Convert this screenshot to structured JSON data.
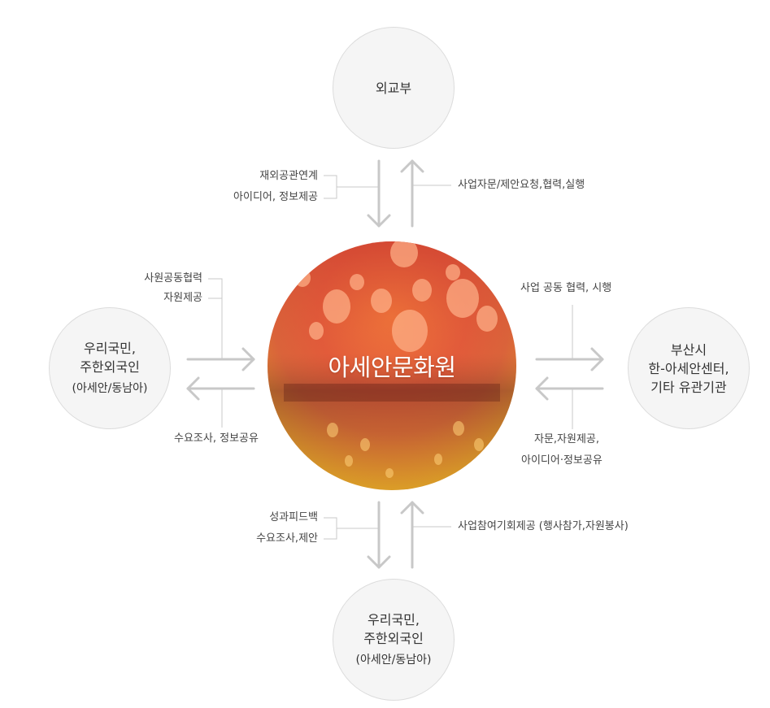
{
  "center": {
    "title": "아세안문화원"
  },
  "nodes": {
    "top": {
      "lines": [
        "외교부"
      ]
    },
    "left": {
      "lines": [
        "우리국민,",
        "주한외국인"
      ],
      "sub": "(아세안/동남아)"
    },
    "right": {
      "lines": [
        "부산시",
        "한-아세안센터,",
        "기타 유관기관"
      ]
    },
    "bottom": {
      "lines": [
        "우리국민,",
        "주한외국인"
      ],
      "sub": "(아세안/동남아)"
    }
  },
  "labels": {
    "top_left": [
      "재외공관연계",
      "아이디어, 정보제공"
    ],
    "top_right": "사업자문/제안요청,협력,실행",
    "left_top": [
      "사원공동협력",
      "자원제공"
    ],
    "left_bottom": "수요조사, 정보공유",
    "right_top": "사업 공동 협력, 시행",
    "right_bottom": [
      "자문,자원제공,",
      "아이디어·정보공유"
    ],
    "bottom_left": [
      "성과피드백",
      "수요조사,제안"
    ],
    "bottom_right": "사업참여기회제공 (행사참가,자원봉사)"
  },
  "colors": {
    "node_fill": "#f5f5f5",
    "node_border": "#dcdcdc",
    "arrow": "#c8c8c8",
    "center_top": "#e25a3a",
    "center_bottom": "#e0b020"
  }
}
